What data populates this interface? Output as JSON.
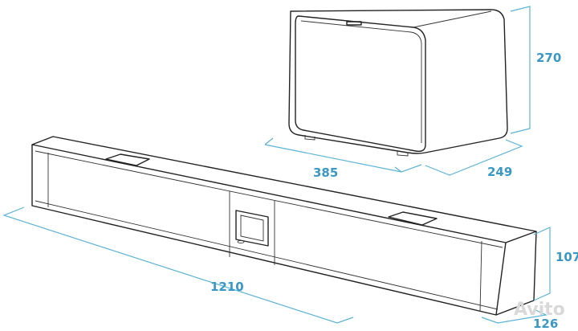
{
  "dimensions": {
    "subwoofer_height": "270",
    "subwoofer_width": "385",
    "subwoofer_depth": "249",
    "soundbar_width": "1210",
    "soundbar_height": "107",
    "soundbar_depth": "126"
  },
  "watermark": "Avito",
  "colors": {
    "dimension": "#3a98c4",
    "outline": "#222222"
  }
}
